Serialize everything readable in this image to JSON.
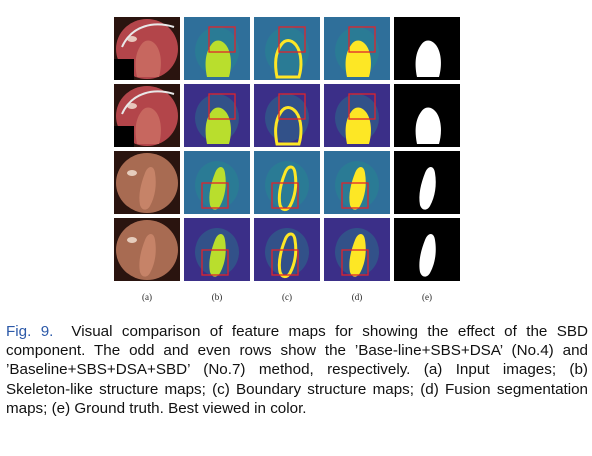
{
  "figure": {
    "columns": [
      {
        "label": "(a)",
        "kind": "input"
      },
      {
        "label": "(b)",
        "kind": "skeleton"
      },
      {
        "label": "(c)",
        "kind": "boundary"
      },
      {
        "label": "(d)",
        "kind": "fusion"
      },
      {
        "label": "(e)",
        "kind": "ground-truth"
      }
    ],
    "rows": [
      {
        "sample": "polyp-1",
        "variant": "baseline"
      },
      {
        "sample": "polyp-1",
        "variant": "sbd"
      },
      {
        "sample": "polyp-2",
        "variant": "baseline"
      },
      {
        "sample": "polyp-2",
        "variant": "sbd"
      }
    ],
    "colors": {
      "map_background": "#3b2f88",
      "map_mid": "#21918c",
      "map_high": "#fde725",
      "box": "#e0242c",
      "caption_fig": "#2c59a8"
    }
  },
  "caption": {
    "figure_number": "Fig. 9.",
    "text": "Visual comparison of feature maps for showing the effect of the SBD component. The odd and even rows show the ’Base-line+SBS+DSA’ (No.4) and ’Baseline+SBS+DSA+SBD’ (No.7) method, respectively. (a) Input images; (b) Skeleton-like structure maps; (c) Boundary structure maps; (d) Fusion segmentation maps; (e) Ground truth. Best viewed in color."
  }
}
